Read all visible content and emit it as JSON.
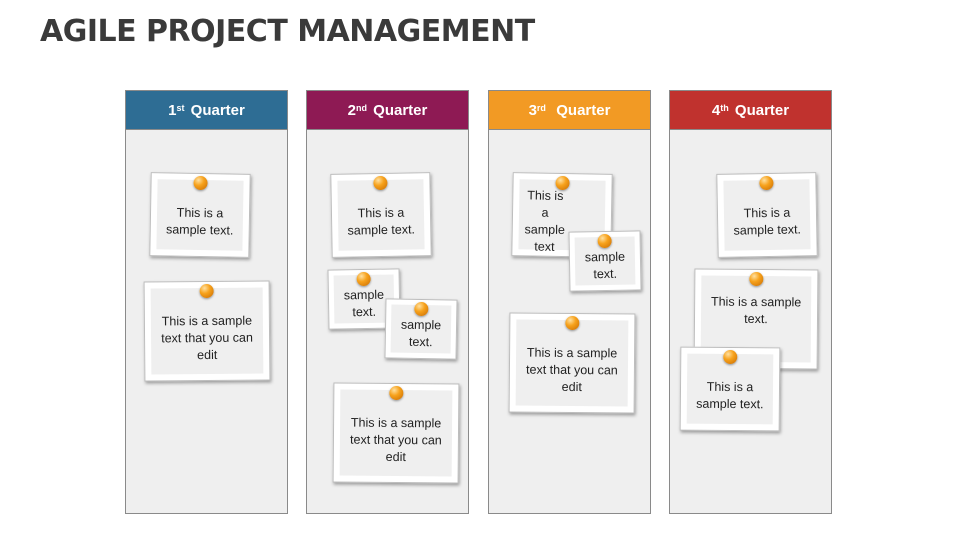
{
  "title": "AGILE PROJECT MANAGEMENT",
  "colors": {
    "q1": "#2e6d94",
    "q2": "#8e1a54",
    "q3": "#f29a24",
    "q4": "#c0322e",
    "pin": "#f7a21c"
  },
  "quarters": [
    {
      "num": "1",
      "sup": "st",
      "label": "Quarter"
    },
    {
      "num": "2",
      "sup": "nd",
      "label": "Quarter"
    },
    {
      "num": "3",
      "sup": "rd",
      "label": "Quarter"
    },
    {
      "num": "4",
      "sup": "th",
      "label": "Quarter"
    }
  ],
  "notes": {
    "q1_a": "This is a sample text.",
    "q1_b": "This is a sample text that you can edit",
    "q2_a": "This is a sample text.",
    "q2_b": "sample text.",
    "q2_c": "sample text.",
    "q2_d": "This is a sample text that you can edit",
    "q3_a": "This is a sample text",
    "q3_b": "sample text.",
    "q3_c": "This is a sample text that you can edit",
    "q4_a": "This is a sample text.",
    "q4_b": "This is a sample text.",
    "q4_c": "This is a sample text."
  }
}
